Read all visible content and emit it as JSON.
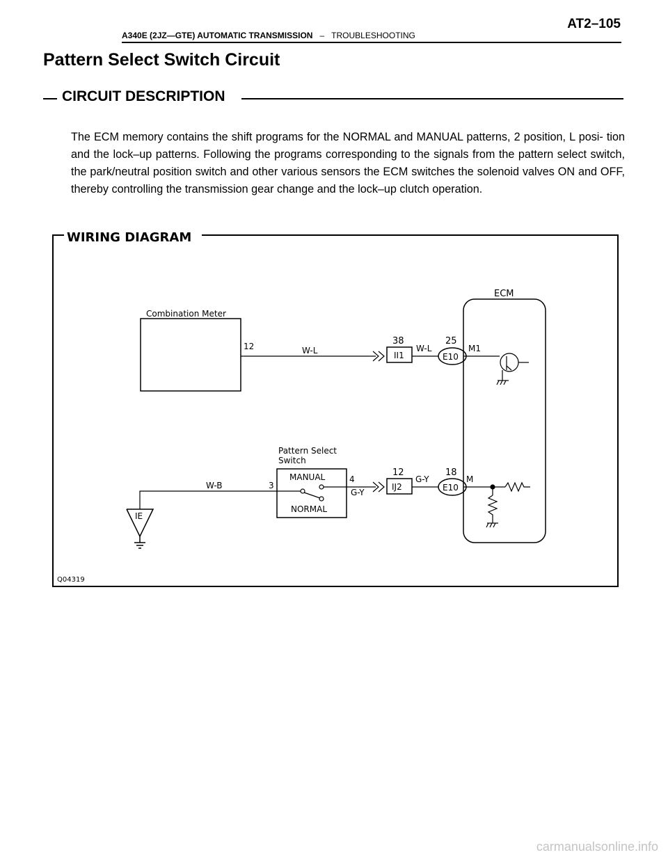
{
  "header": {
    "doc_title": "A340E (2JZ—GTE) AUTOMATIC TRANSMISSION",
    "separator": "–",
    "section": "TROUBLESHOOTING",
    "page_number": "AT2–105"
  },
  "page_title": "Pattern Select Switch Circuit",
  "circuit_description": {
    "heading": "CIRCUIT DESCRIPTION",
    "text": "The ECM memory contains the shift programs for the NORMAL and MANUAL patterns, 2 position, L posi- tion and the lock–up patterns. Following the programs corresponding to the signals from the pattern select switch, the park/neutral position switch and other various sensors the ECM switches the solenoid valves ON and OFF, thereby controlling the transmission gear change and the lock–up clutch operation."
  },
  "wiring_diagram": {
    "heading": "WIRING DIAGRAM",
    "figure_id": "Q04319",
    "combination_meter": {
      "label": "Combination Meter",
      "pin": "12"
    },
    "wire_top": "W-L",
    "connector_top": {
      "number": "38",
      "id": "II1",
      "wire": "W-L"
    },
    "ecm_connector_top": {
      "pin": "25",
      "id": "E10",
      "terminal": "M1"
    },
    "ecm_label": "ECM",
    "ground_label": "IE",
    "wire_bottom": "W-B",
    "switch": {
      "title_line1": "Pattern Select",
      "title_line2": "Switch",
      "pin_in": "3",
      "pin_out": "4",
      "manual": "MANUAL",
      "normal": "NORMAL",
      "wire_out": "G-Y"
    },
    "connector_bottom": {
      "number": "12",
      "id": "IJ2",
      "wire": "G-Y"
    },
    "ecm_connector_bottom": {
      "pin": "18",
      "id": "E10",
      "terminal": "M"
    }
  },
  "watermark": "carmanualsonline.info"
}
